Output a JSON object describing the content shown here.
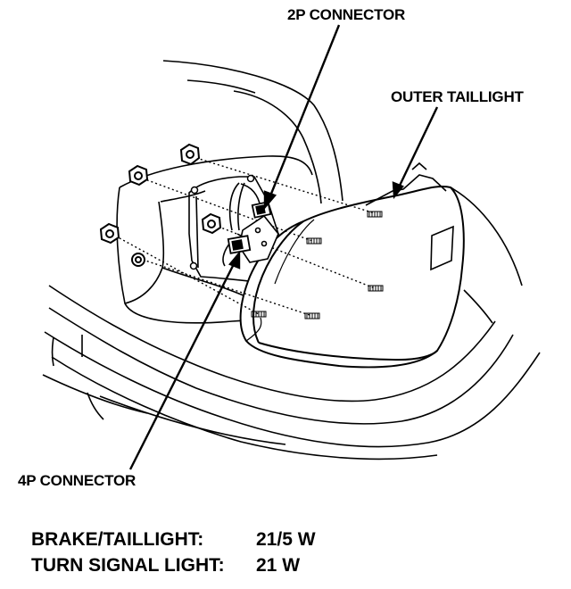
{
  "callouts": {
    "two_p_connector": "2P CONNECTOR",
    "outer_taillight": "OUTER TAILLIGHT",
    "four_p_connector": "4P CONNECTOR"
  },
  "specs": [
    {
      "label": "BRAKE/TAILLIGHT:",
      "value": "21/5 W"
    },
    {
      "label": "TURN SIGNAL LIGHT:",
      "value": "21 W"
    }
  ]
}
